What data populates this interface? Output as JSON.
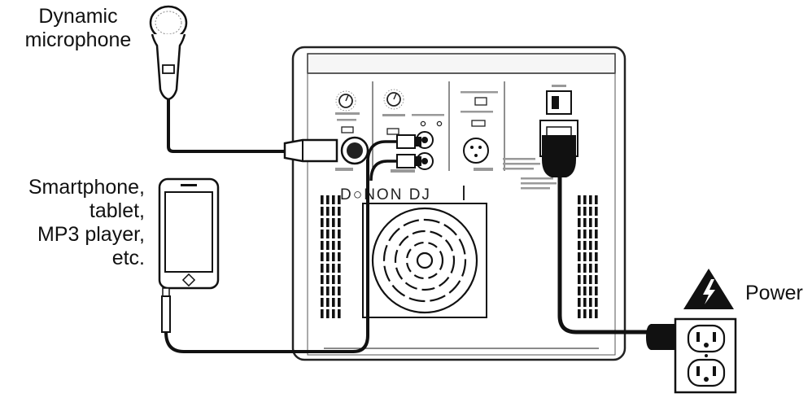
{
  "labels": {
    "microphone": [
      "Dynamic",
      "microphone"
    ],
    "device": [
      "Smartphone,",
      "tablet,",
      "MP3 player,",
      "etc."
    ],
    "power": "Power"
  },
  "speaker": {
    "brand": "D○NON DJ"
  },
  "icons": {
    "warning": "warning-triangle-icon",
    "outlet": "wall-outlet-icon"
  },
  "colors": {
    "line": "#111111",
    "panel": "#f4f4f4"
  }
}
